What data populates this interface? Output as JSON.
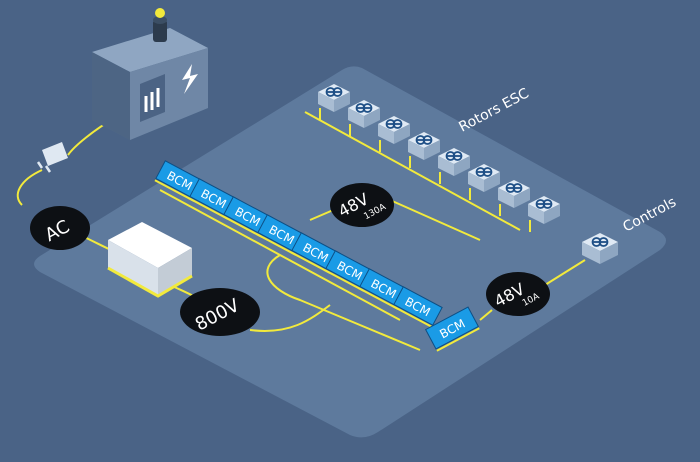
{
  "labels": {
    "ac": "AC",
    "v800": "800V",
    "v48_main": "48V",
    "a130": "130A",
    "v48_ctrl": "48V",
    "a10": "10A",
    "rotors_esc": "Rotors ESC",
    "controls": "Controls"
  },
  "bcm_modules": [
    "BCM",
    "BCM",
    "BCM",
    "BCM",
    "BCM",
    "BCM",
    "BCM",
    "BCM"
  ],
  "bcm_single": "BCM",
  "esc_count": 8,
  "colors": {
    "background": "#4a6386",
    "platform": "#5e7a9d",
    "wire": "#f2ea3c",
    "bcm_blue": "#1a9be6",
    "badge": "#0d1014",
    "esc_box": "#c4d6ea",
    "generator": "#6f87a6"
  },
  "icons": {
    "generator": "generator-icon",
    "plug": "power-plug-icon",
    "esc": "rotor-icon",
    "lightning": "lightning-icon"
  }
}
